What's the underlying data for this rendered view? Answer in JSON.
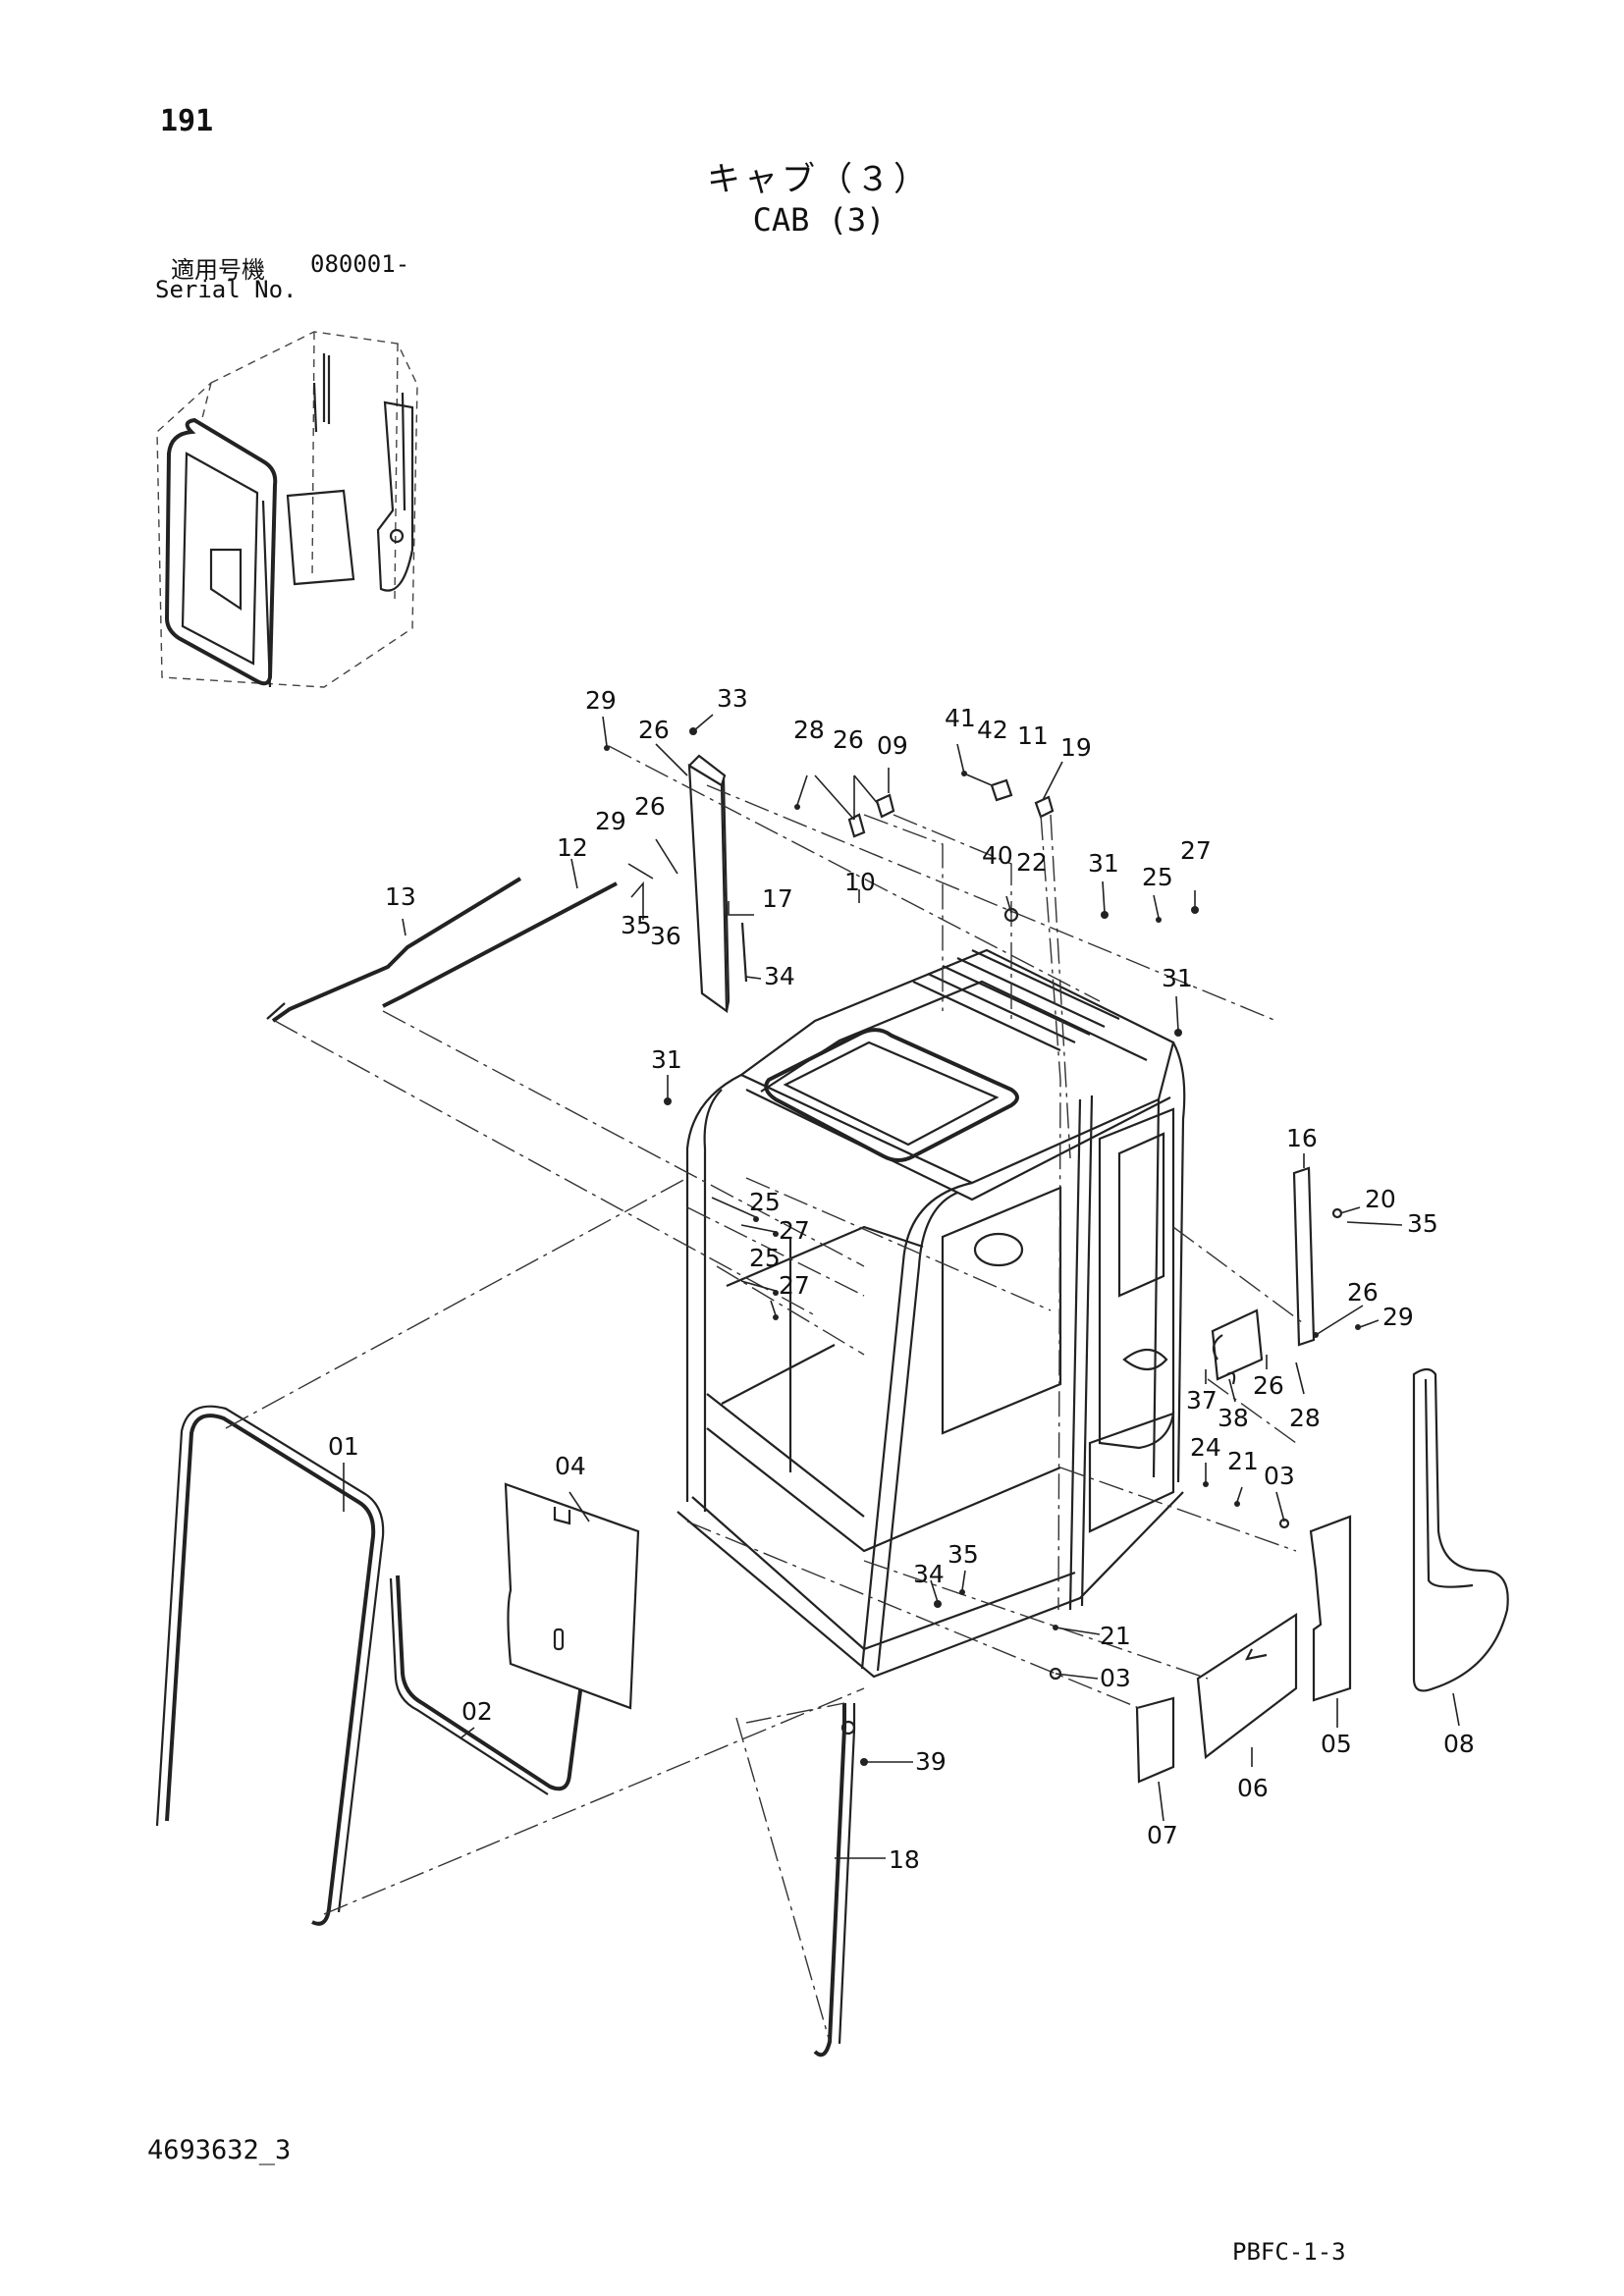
{
  "header": {
    "page_number": "191",
    "title_jp": "キャブ（３）",
    "title_en": "CAB (3)",
    "serial_label_jp": "適用号機",
    "serial_value": "080001-",
    "serial_label_en": "Serial No."
  },
  "footer": {
    "doc_code": "4693632_3",
    "page_code": "PBFC-1-3"
  },
  "callouts": [
    {
      "id": "29a",
      "label": "29"
    },
    {
      "id": "26a",
      "label": "26"
    },
    {
      "id": "33",
      "label": "33"
    },
    {
      "id": "28a",
      "label": "28"
    },
    {
      "id": "26b",
      "label": "26"
    },
    {
      "id": "09",
      "label": "09"
    },
    {
      "id": "41",
      "label": "41"
    },
    {
      "id": "42",
      "label": "42"
    },
    {
      "id": "11",
      "label": "11"
    },
    {
      "id": "19",
      "label": "19"
    },
    {
      "id": "29b",
      "label": "29"
    },
    {
      "id": "26c",
      "label": "26"
    },
    {
      "id": "12",
      "label": "12"
    },
    {
      "id": "13",
      "label": "13"
    },
    {
      "id": "35a",
      "label": "35"
    },
    {
      "id": "36",
      "label": "36"
    },
    {
      "id": "17",
      "label": "17"
    },
    {
      "id": "10",
      "label": "10"
    },
    {
      "id": "40",
      "label": "40"
    },
    {
      "id": "22",
      "label": "22"
    },
    {
      "id": "31a",
      "label": "31"
    },
    {
      "id": "25a",
      "label": "25"
    },
    {
      "id": "27a",
      "label": "27"
    },
    {
      "id": "34a",
      "label": "34"
    },
    {
      "id": "31b",
      "label": "31"
    },
    {
      "id": "31c",
      "label": "31"
    },
    {
      "id": "25b",
      "label": "25"
    },
    {
      "id": "27b",
      "label": "27"
    },
    {
      "id": "25c",
      "label": "25"
    },
    {
      "id": "27c",
      "label": "27"
    },
    {
      "id": "16",
      "label": "16"
    },
    {
      "id": "20",
      "label": "20"
    },
    {
      "id": "35b",
      "label": "35"
    },
    {
      "id": "26d",
      "label": "26"
    },
    {
      "id": "29c",
      "label": "29"
    },
    {
      "id": "37",
      "label": "37"
    },
    {
      "id": "38",
      "label": "38"
    },
    {
      "id": "26e",
      "label": "26"
    },
    {
      "id": "28b",
      "label": "28"
    },
    {
      "id": "01",
      "label": "01"
    },
    {
      "id": "04",
      "label": "04"
    },
    {
      "id": "24",
      "label": "24"
    },
    {
      "id": "21a",
      "label": "21"
    },
    {
      "id": "03a",
      "label": "03"
    },
    {
      "id": "35c",
      "label": "35"
    },
    {
      "id": "34b",
      "label": "34"
    },
    {
      "id": "21b",
      "label": "21"
    },
    {
      "id": "03b",
      "label": "03"
    },
    {
      "id": "02",
      "label": "02"
    },
    {
      "id": "39",
      "label": "39"
    },
    {
      "id": "05",
      "label": "05"
    },
    {
      "id": "08",
      "label": "08"
    },
    {
      "id": "06",
      "label": "06"
    },
    {
      "id": "07",
      "label": "07"
    },
    {
      "id": "18",
      "label": "18"
    }
  ]
}
